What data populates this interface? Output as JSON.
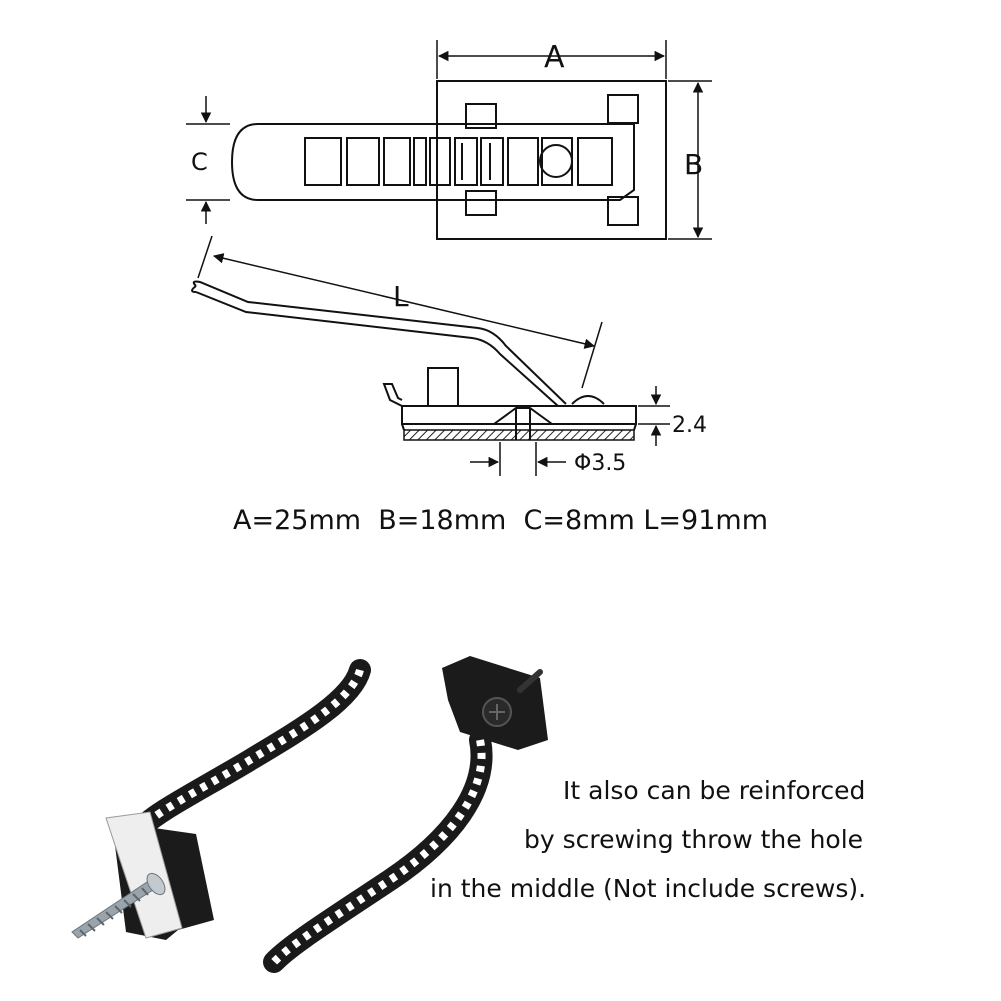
{
  "diagram": {
    "labels": {
      "a": "A",
      "b": "B",
      "c": "C",
      "l": "L",
      "thickness": "2.4",
      "hole": "Φ3.5"
    }
  },
  "specs": {
    "a": "A=25mm",
    "b": "B=18mm",
    "c": "C=8mm",
    "l": "L=91mm"
  },
  "caption": {
    "line1": "It also can be reinforced",
    "line2": "by screwing throw the hole",
    "line3": "in the middle (Not include screws)."
  },
  "colors": {
    "strap": "#1a1a1a",
    "base": "#e9e9e9",
    "screw": "#9aa4ad"
  }
}
